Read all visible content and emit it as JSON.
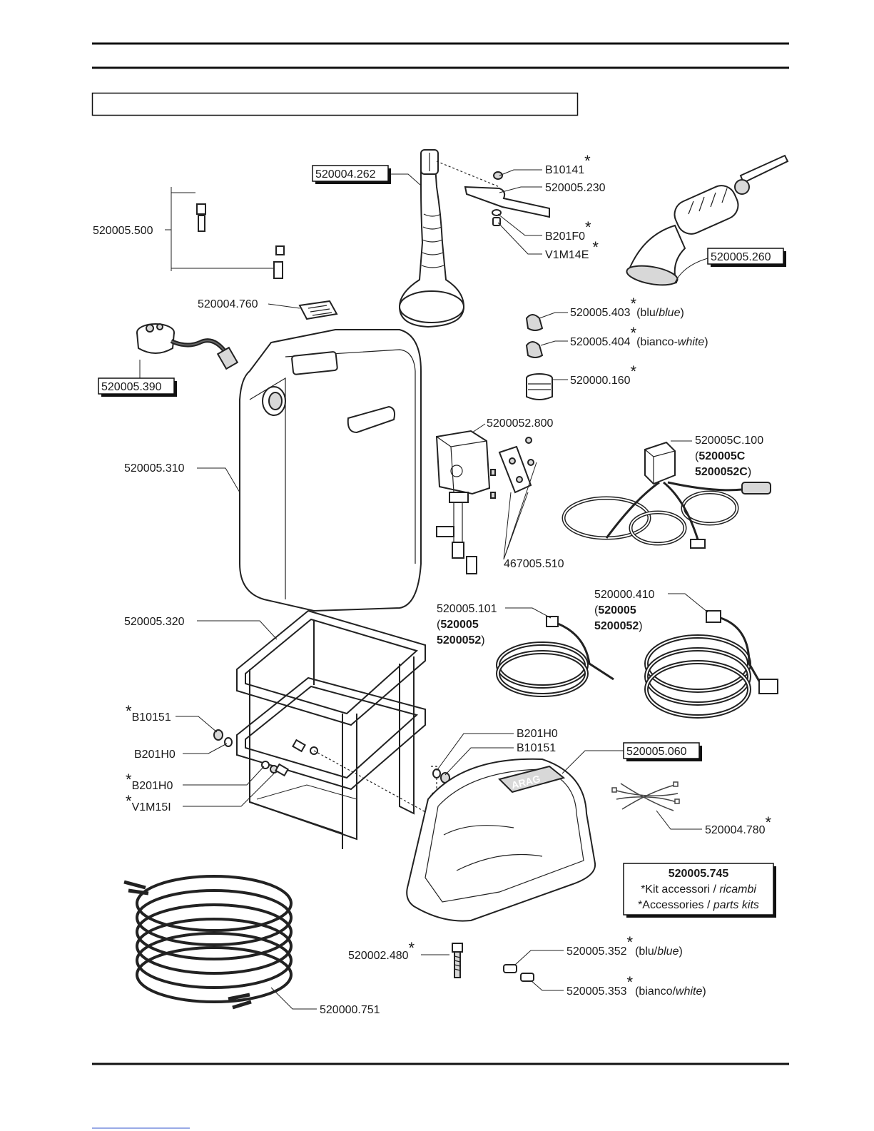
{
  "parts": {
    "p520004_262": "520004.262",
    "pB10141": "B10141",
    "p520005_230": "520005.230",
    "pB201F0": "B201F0",
    "pV1M14E": "V1M14E",
    "p520005_260": "520005.260",
    "p520005_500": "520005.500",
    "p520004_760": "520004.760",
    "p520005_403": "520005.403",
    "p520005_403_note_a": "(blu/",
    "p520005_403_note_b": "blue",
    "p520005_403_note_c": ")",
    "p520005_404": "520005.404",
    "p520005_404_note_a": "(bianco-",
    "p520005_404_note_b": "white",
    "p520005_404_note_c": ")",
    "p520005_390": "520005.390",
    "p520000_160": "520000.160",
    "p5200052_800": "5200052.800",
    "p520005C_100": "520005C.100",
    "p520005C_line2_paren": "(",
    "p520005C_line2": "520005C",
    "p520005C_line3": "5200052C",
    "p520005C_line3_paren": ")",
    "p520005_310": "520005.310",
    "p467005_510": "467005.510",
    "p520000_410": "520000.410",
    "p520000_410_l2_paren": "(",
    "p520000_410_l2": "520005",
    "p520000_410_l3": "5200052",
    "p520000_410_l3_paren": ")",
    "p520005_101": "520005.101",
    "p520005_101_l2_paren": "(",
    "p520005_101_l2": "520005",
    "p520005_101_l3": "5200052",
    "p520005_101_l3_paren": ")",
    "p520005_320": "520005.320",
    "pB10151_a": "B10151",
    "pB201H0_a": "B201H0",
    "pB201H0_right": "B201H0",
    "pB10151_right": "B10151",
    "p520005_060": "520005.060",
    "pB201H0_b": "B201H0",
    "pV1M15I": "V1M15I",
    "p520004_780": "520004.780",
    "p520002_480": "520002.480",
    "p520005_352": "520005.352",
    "p520005_352_note_a": "(blu/",
    "p520005_352_note_b": "blue",
    "p520005_352_note_c": ")",
    "p520005_353": "520005.353",
    "p520005_353_note_a": "(bianco/",
    "p520005_353_note_b": "white",
    "p520005_353_note_c": ")",
    "p520000_751": "520000.751",
    "star": "*"
  },
  "legend": {
    "code": "520005.745",
    "line1_a": "*Kit accessori / ",
    "line1_b": "ricambi",
    "line2_a": "*Accessories / ",
    "line2_b": "parts kits"
  },
  "stamp_text": "ARAG"
}
